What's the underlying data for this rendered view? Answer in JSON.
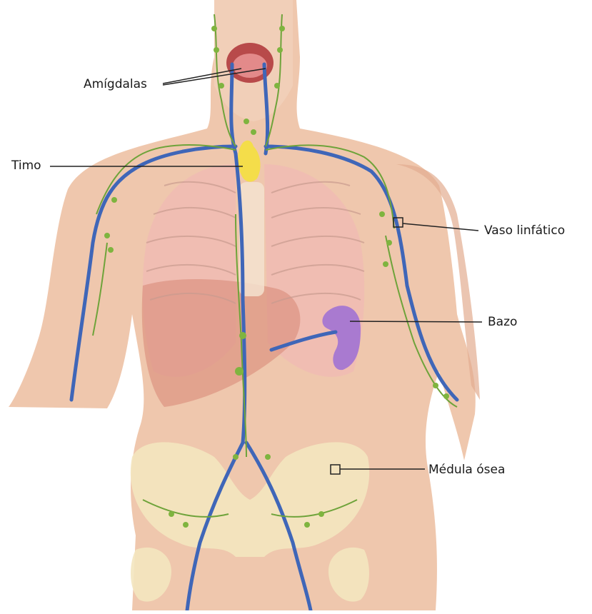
{
  "labels": {
    "tonsils": "Amígdalas",
    "thymus": "Timo",
    "lymph_vessel": "Vaso linfático",
    "spleen": "Bazo",
    "bone_marrow": "Médula ósea"
  },
  "colors": {
    "skin": "#efc7ad",
    "skin_shadow": "#e3ad90",
    "lung": "#f0b9b4",
    "liver": "#d98a7a",
    "vein": "#3f66b8",
    "lymph": "#6ea33a",
    "thymus": "#f4dd4a",
    "spleen": "#a97ad0",
    "bone": "#f3e5bf",
    "leader_line": "#222222"
  }
}
